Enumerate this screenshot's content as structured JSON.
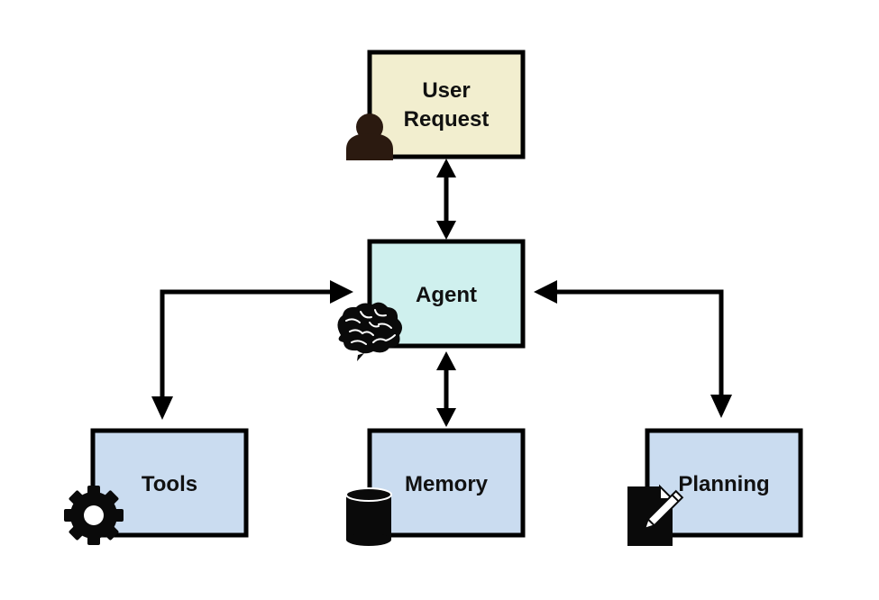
{
  "colors": {
    "user_request_fill": "#f2eecf",
    "agent_fill": "#cff0ee",
    "module_fill": "#cadcf0",
    "stroke": "#000000",
    "user_icon": "#2b1a10",
    "icon_dark": "#0a0a0a"
  },
  "nodes": {
    "user_request": {
      "label_line1": "User",
      "label_line2": "Request",
      "icon": "person-icon"
    },
    "agent": {
      "label": "Agent",
      "icon": "brain-icon"
    },
    "tools": {
      "label": "Tools",
      "icon": "gear-icon"
    },
    "memory": {
      "label": "Memory",
      "icon": "database-icon"
    },
    "planning": {
      "label": "Planning",
      "icon": "document-pencil-icon"
    }
  },
  "edges": [
    {
      "from": "user_request",
      "to": "agent",
      "direction": "both"
    },
    {
      "from": "agent",
      "to": "tools",
      "direction": "both"
    },
    {
      "from": "agent",
      "to": "memory",
      "direction": "both"
    },
    {
      "from": "agent",
      "to": "planning",
      "direction": "both"
    }
  ]
}
